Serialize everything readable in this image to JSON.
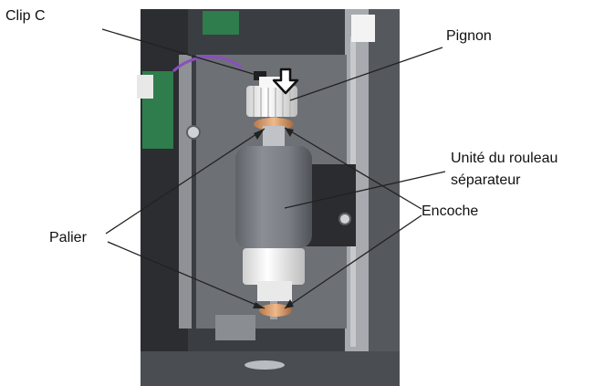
{
  "labels": {
    "clip_c": "Clip C",
    "pignon": "Pignon",
    "unite_line1": "Unité du rouleau",
    "unite_line2": "séparateur",
    "encoche": "Encoche",
    "palier": "Palier"
  },
  "colors": {
    "photo_background": "#3a3d42",
    "roller": "#7e8288",
    "gear": "#f2f2f2",
    "bearing": "#d9a06a",
    "pcb": "#2f7d4c",
    "arrow": "#111111"
  }
}
